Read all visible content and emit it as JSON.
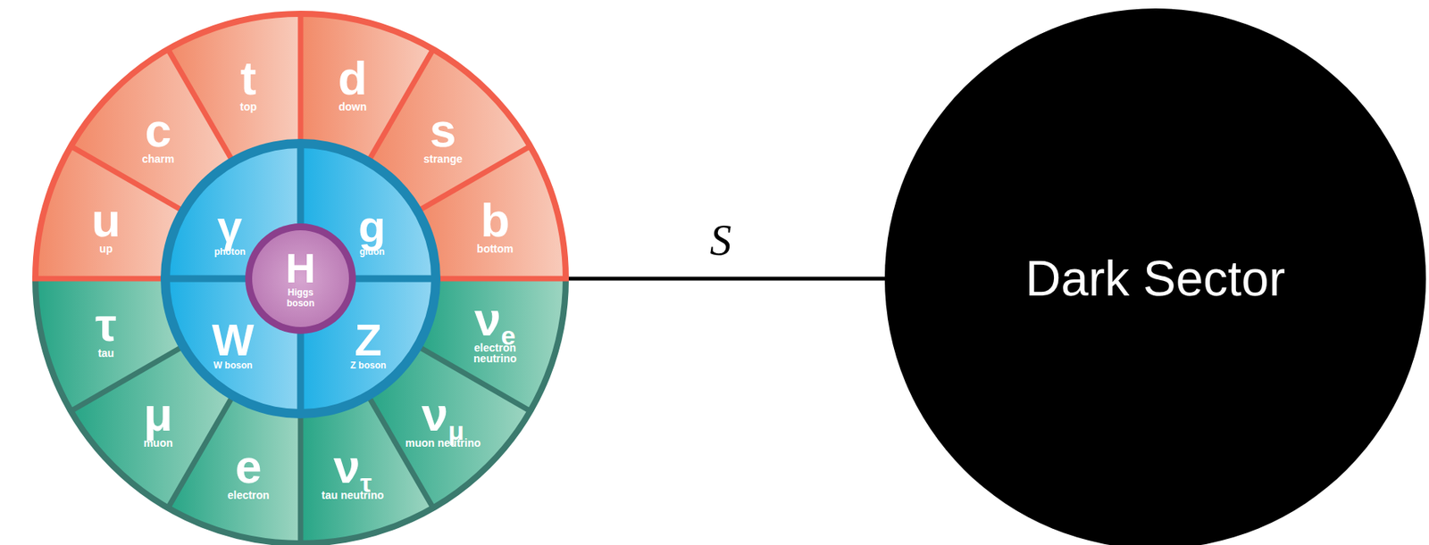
{
  "diagram": {
    "nodes": [
      {
        "text": []
      },
      {
        "text": [
          "u",
          "up"
        ],
        "in": 0
      },
      {
        "text": [
          "c",
          "charm"
        ],
        "in": 0
      },
      {
        "text": [
          "t",
          "top"
        ],
        "in": 0
      },
      {
        "text": [
          "d",
          "down"
        ],
        "in": 0
      },
      {
        "text": [
          "s",
          "strange"
        ],
        "in": 0
      },
      {
        "text": [
          "b",
          "bottom"
        ],
        "in": 0
      },
      {
        "text": [
          "γ",
          "photon"
        ],
        "in": 0
      },
      {
        "text": [
          "g",
          "gluon"
        ],
        "in": 0
      },
      {
        "text": [
          "H",
          "Higgs boson"
        ],
        "in": 0
      },
      {
        "text": [
          "W",
          "W boson"
        ],
        "in": 0
      },
      {
        "text": [
          "Z",
          "Z boson"
        ],
        "in": 0
      },
      {
        "text": [
          "τ",
          "tau"
        ],
        "in": 0
      },
      {
        "text": [
          "μ",
          "muon"
        ],
        "in": 0
      },
      {
        "text": [
          "e",
          "electron"
        ],
        "in": 0
      },
      {
        "text": [
          "ν",
          "τ",
          "tau neutrino"
        ],
        "in": 0
      },
      {
        "text": [
          "ν",
          "μ",
          "muon neutrino"
        ],
        "in": 0
      },
      {
        "text": [
          "ν",
          "e",
          "electron neutrino"
        ],
        "in": 0
      },
      {
        "text": [
          "Dark Sector"
        ]
      }
    ],
    "edges": [
      {
        "from": 0,
        "to": 18,
        "label": "S",
        "arrow": "none"
      }
    ]
  }
}
